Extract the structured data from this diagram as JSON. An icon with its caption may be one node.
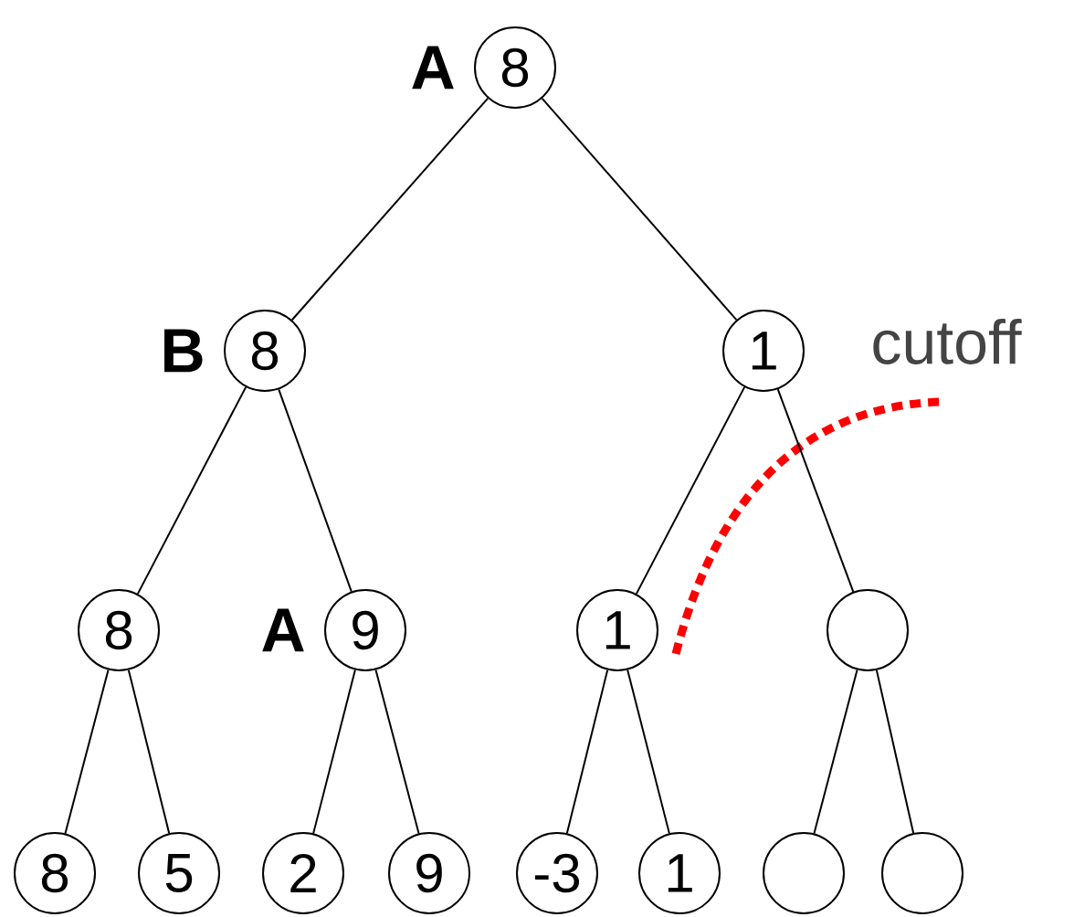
{
  "diagram": {
    "nodes": [
      {
        "text": [
          "8"
        ],
        "beside": [
          "A"
        ]
      },
      {
        "text": [
          "8"
        ],
        "beside": [
          "B"
        ]
      },
      {
        "text": [
          "1"
        ]
      },
      {
        "text": [
          "8"
        ]
      },
      {
        "text": [
          "9"
        ],
        "beside": [
          "A"
        ]
      },
      {
        "text": [
          "1"
        ]
      },
      {
        "text": [],
        "shape": "circle"
      },
      {
        "text": [
          "8"
        ]
      },
      {
        "text": [
          "5"
        ]
      },
      {
        "text": [
          "2"
        ]
      },
      {
        "text": [
          "9"
        ]
      },
      {
        "text": [
          "-3"
        ]
      },
      {
        "text": [
          "1"
        ]
      },
      {
        "text": [],
        "shape": "circle"
      },
      {
        "text": [],
        "shape": "circle"
      }
    ],
    "edges": [
      {
        "from": 0,
        "to": 1,
        "arrow": "none"
      },
      {
        "from": 0,
        "to": 2,
        "arrow": "none"
      },
      {
        "from": 1,
        "to": 3,
        "arrow": "none"
      },
      {
        "from": 1,
        "to": 4,
        "arrow": "none"
      },
      {
        "from": 2,
        "to": 5,
        "arrow": "none"
      },
      {
        "from": 2,
        "to": 6,
        "arrow": "none"
      },
      {
        "from": 3,
        "to": 7,
        "arrow": "none"
      },
      {
        "from": 3,
        "to": 8,
        "arrow": "none"
      },
      {
        "from": 4,
        "to": 9,
        "arrow": "none"
      },
      {
        "from": 4,
        "to": 10,
        "arrow": "none"
      },
      {
        "from": 5,
        "to": 11,
        "arrow": "none"
      },
      {
        "from": 5,
        "to": 12,
        "arrow": "none"
      },
      {
        "from": 6,
        "to": 13,
        "arrow": "none"
      },
      {
        "from": 6,
        "to": 14,
        "arrow": "none"
      }
    ],
    "labels": [
      "cutoff"
    ]
  }
}
